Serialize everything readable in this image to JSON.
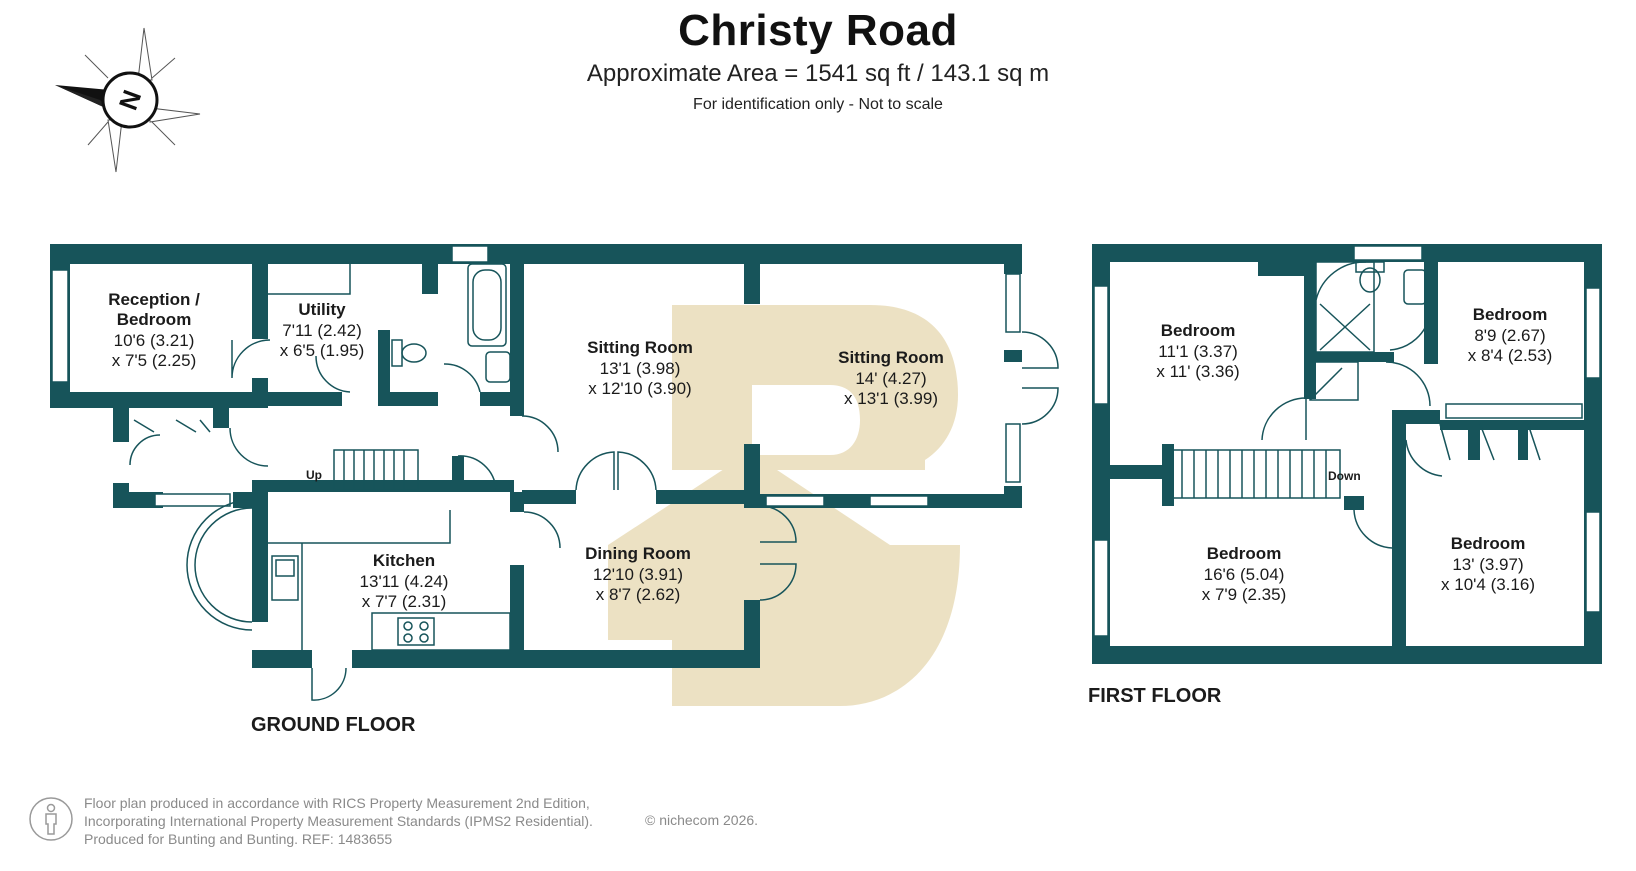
{
  "header": {
    "title": "Christy Road",
    "subtitle": "Approximate Area = 1541 sq ft / 143.1 sq m",
    "note": "For identification only - Not to scale"
  },
  "compass": {
    "label": "N"
  },
  "ground_floor": {
    "label": "GROUND FLOOR",
    "stairs_label": "Up",
    "rooms": [
      {
        "name": "Reception /",
        "name2": "Bedroom",
        "dim1": "10'6 (3.21)",
        "dim2": "x 7'5 (2.25)"
      },
      {
        "name": "Utility",
        "dim1": "7'11 (2.42)",
        "dim2": "x 6'5 (1.95)"
      },
      {
        "name": "Sitting Room",
        "dim1": "13'1 (3.98)",
        "dim2": "x 12'10 (3.90)"
      },
      {
        "name": "Sitting Room",
        "dim1": "14' (4.27)",
        "dim2": "x 13'1 (3.99)"
      },
      {
        "name": "Kitchen",
        "dim1": "13'11 (4.24)",
        "dim2": "x 7'7 (2.31)"
      },
      {
        "name": "Dining Room",
        "dim1": "12'10 (3.91)",
        "dim2": "x 8'7 (2.62)"
      }
    ]
  },
  "first_floor": {
    "label": "FIRST FLOOR",
    "stairs_label": "Down",
    "rooms": [
      {
        "name": "Bedroom",
        "dim1": "11'1 (3.37)",
        "dim2": "x 11' (3.36)"
      },
      {
        "name": "Bedroom",
        "dim1": "8'9 (2.67)",
        "dim2": "x 8'4 (2.53)"
      },
      {
        "name": "Bedroom",
        "dim1": "16'6 (5.04)",
        "dim2": "x 7'9 (2.35)"
      },
      {
        "name": "Bedroom",
        "dim1": "13' (3.97)",
        "dim2": "x 10'4 (3.16)"
      }
    ]
  },
  "footer": {
    "line1": "Floor plan produced in accordance with RICS Property Measurement 2nd Edition,",
    "line2": "Incorporating International Property Measurement Standards (IPMS2 Residential).",
    "line3": "Produced for Bunting and Bunting.   REF:  1483655",
    "copyright": "© nichecom 2026."
  },
  "colors": {
    "wall": "#17545a",
    "watermark": "#e9dcb9",
    "text": "#1b1b1b",
    "footer_text": "#8a8a8a"
  }
}
